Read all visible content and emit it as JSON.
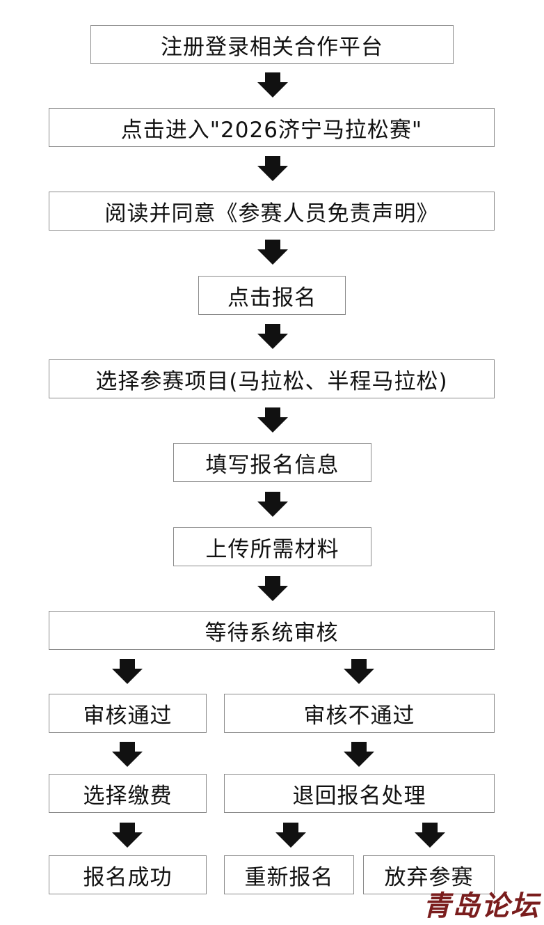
{
  "steps": {
    "s1": "注册登录相关合作平台",
    "s2": "点击进入\"2026济宁马拉松赛\"",
    "s3": "阅读并同意《参赛人员免责声明》",
    "s4": "点击报名",
    "s5": "选择参赛项目(马拉松、半程马拉松)",
    "s6": "填写报名信息",
    "s7": "上传所需材料",
    "s8": "等待系统审核",
    "pass": "审核通过",
    "fail": "审核不通过",
    "pay": "选择缴费",
    "return": "退回报名处理",
    "success": "报名成功",
    "reapply": "重新报名",
    "quit": "放弃参赛"
  },
  "watermark": "青岛论坛",
  "colors": {
    "border": "#8a8a8a",
    "arrow": "#111111",
    "watermark": "#7a1d1d"
  }
}
